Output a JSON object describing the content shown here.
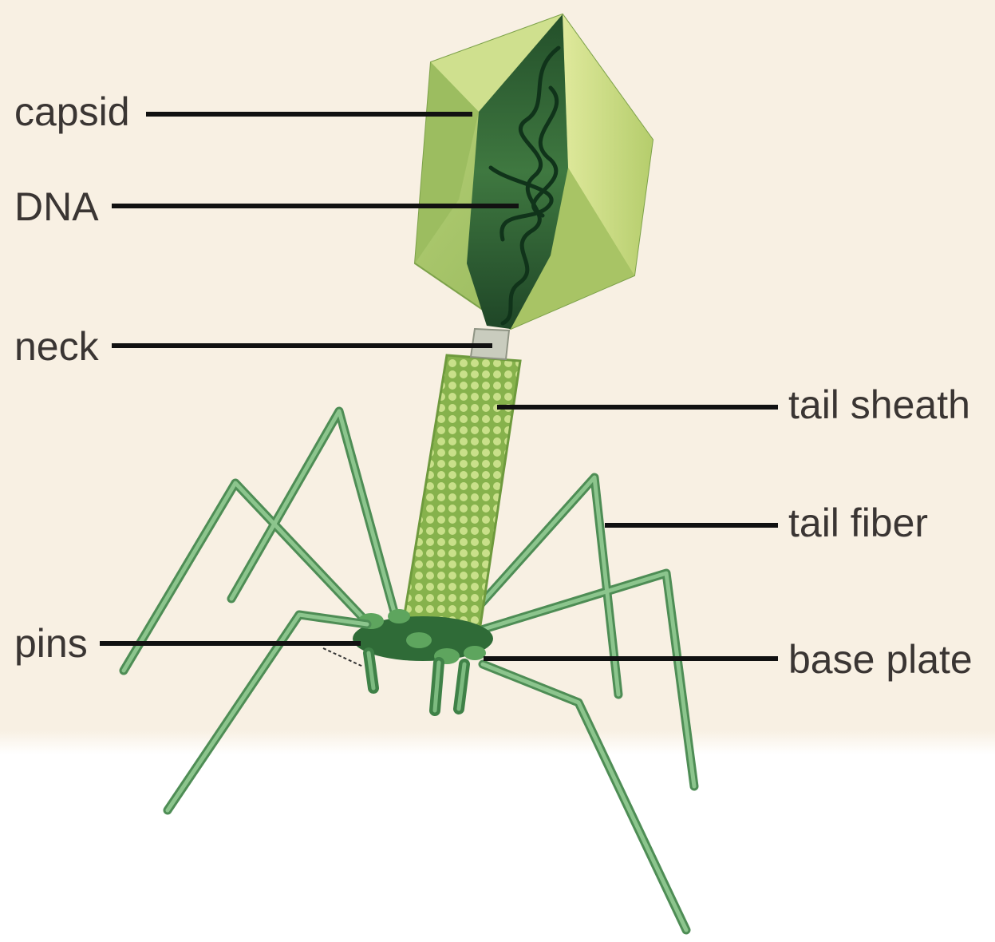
{
  "labels": {
    "capsid": "capsid",
    "dna": "DNA",
    "neck": "neck",
    "tail_sheath": "tail sheath",
    "tail_fiber": "tail fiber",
    "pins": "pins",
    "base_plate": "base plate"
  },
  "colors": {
    "background": "#f8f0e3",
    "capsid_light": "#c6dc7c",
    "capsid_dark": "#2e5a2e",
    "fiber": "#6fae72",
    "sheath": "#9ec55a",
    "leader_line": "#111111",
    "label_text": "#3a3533"
  }
}
